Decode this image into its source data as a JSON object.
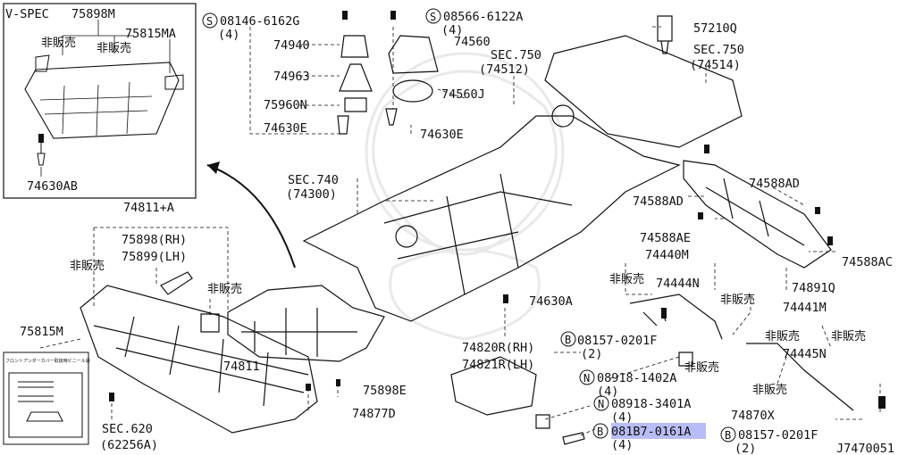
{
  "labels": {
    "vspec": "V-SPEC",
    "p75898m": "75898M",
    "nonsale_a": "非販売",
    "nonsale_b": "非販売",
    "p75815ma": "75815MA",
    "p74630ab": "74630AB",
    "p74811a": "74811+A",
    "p75898rh": "75898(RH)",
    "p75899lh": "75899(LH)",
    "nonsale_c": "非販売",
    "nonsale_d": "非販売",
    "p75815m": "75815M",
    "card_title": "フロントアンダーカバー取扱時ビニール袋",
    "p74811": "74811",
    "sec620": "SEC.620",
    "p62256a": "(62256A)",
    "p75898e": "75898E",
    "p74877d": "74877D",
    "s08146": "08146-6162G",
    "q4a": "(4)",
    "p74940": "74940",
    "p74963": "74963",
    "p75960n": "75960N",
    "p74630e_l": "74630E",
    "s08566": "08566-6122A",
    "q4b": "(4)",
    "p74560": "74560",
    "p74560j": "74560J",
    "p74630e_r": "74630E",
    "sec750a": "SEC.750",
    "p74512": "(74512)",
    "p57210q": "57210Q",
    "sec750b": "SEC.750",
    "p74514": "(74514)",
    "sec740": "SEC.740",
    "p74300": "(74300)",
    "p74588ad_l": "74588AD",
    "p74588ad_r": "74588AD",
    "p74588ae": "74588AE",
    "p74588ac": "74588AC",
    "p74440m": "74440M",
    "nonsale_e": "非販売",
    "p74444n": "74444N",
    "nonsale_f": "非販売",
    "p74891q": "74891Q",
    "p74630a": "74630A",
    "b08157a": "08157-0201F",
    "q2a": "(2)",
    "p74441m": "74441M",
    "nonsale_g": "非販売",
    "nonsale_h": "非販売",
    "p74445n": "74445N",
    "nonsale_i": "非販売",
    "nonsale_j": "非販売",
    "p74820rh": "74820R(RH)",
    "p74821rlh": "74821R(LH)",
    "n08918_1402": "08918-1402A",
    "q4c": "(4)",
    "n08918_3401": "08918-3401A",
    "q4d": "(4)",
    "b081b7": "081B7-0161A",
    "q4e": "(4)",
    "p74870x": "74870X",
    "b08157b": "08157-0201F",
    "q2b": "(2)",
    "figref": "J7470051"
  },
  "callout_marks": {
    "s": "S",
    "b": "B",
    "n": "N"
  },
  "colors": {
    "line": "#111111",
    "highlight": "#b9bdf7",
    "background": "#ffffff",
    "watermark": "#e9e9e9"
  }
}
